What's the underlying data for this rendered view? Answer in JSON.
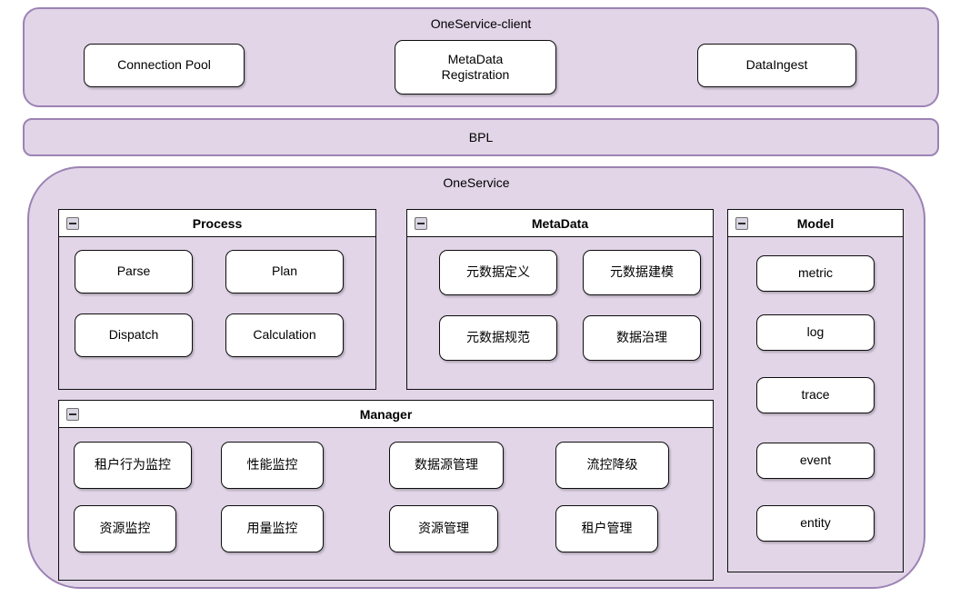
{
  "colors": {
    "container_fill": "#E1D5E7",
    "container_border": "#9C82B4",
    "box_fill": "#FFFFFF",
    "box_border": "#0D0D0D",
    "header_fill": "#FFFFFF"
  },
  "client": {
    "title": "OneService-client",
    "boxes": [
      "Connection Pool",
      "MetaData Registration",
      "DataIngest"
    ]
  },
  "bpl": {
    "label": "BPL"
  },
  "oneservice": {
    "title": "OneService",
    "process": {
      "title": "Process",
      "boxes": [
        "Parse",
        "Plan",
        "Dispatch",
        "Calculation"
      ]
    },
    "metadata": {
      "title": "MetaData",
      "boxes": [
        "元数据定义",
        "元数据建模",
        "元数据规范",
        "数据治理"
      ]
    },
    "model": {
      "title": "Model",
      "boxes": [
        "metric",
        "log",
        "trace",
        "event",
        "entity"
      ]
    },
    "manager": {
      "title": "Manager",
      "boxes": [
        "租户行为监控",
        "性能监控",
        "数据源管理",
        "流控降级",
        "资源监控",
        "用量监控",
        "资源管理",
        "租户管理"
      ]
    }
  }
}
